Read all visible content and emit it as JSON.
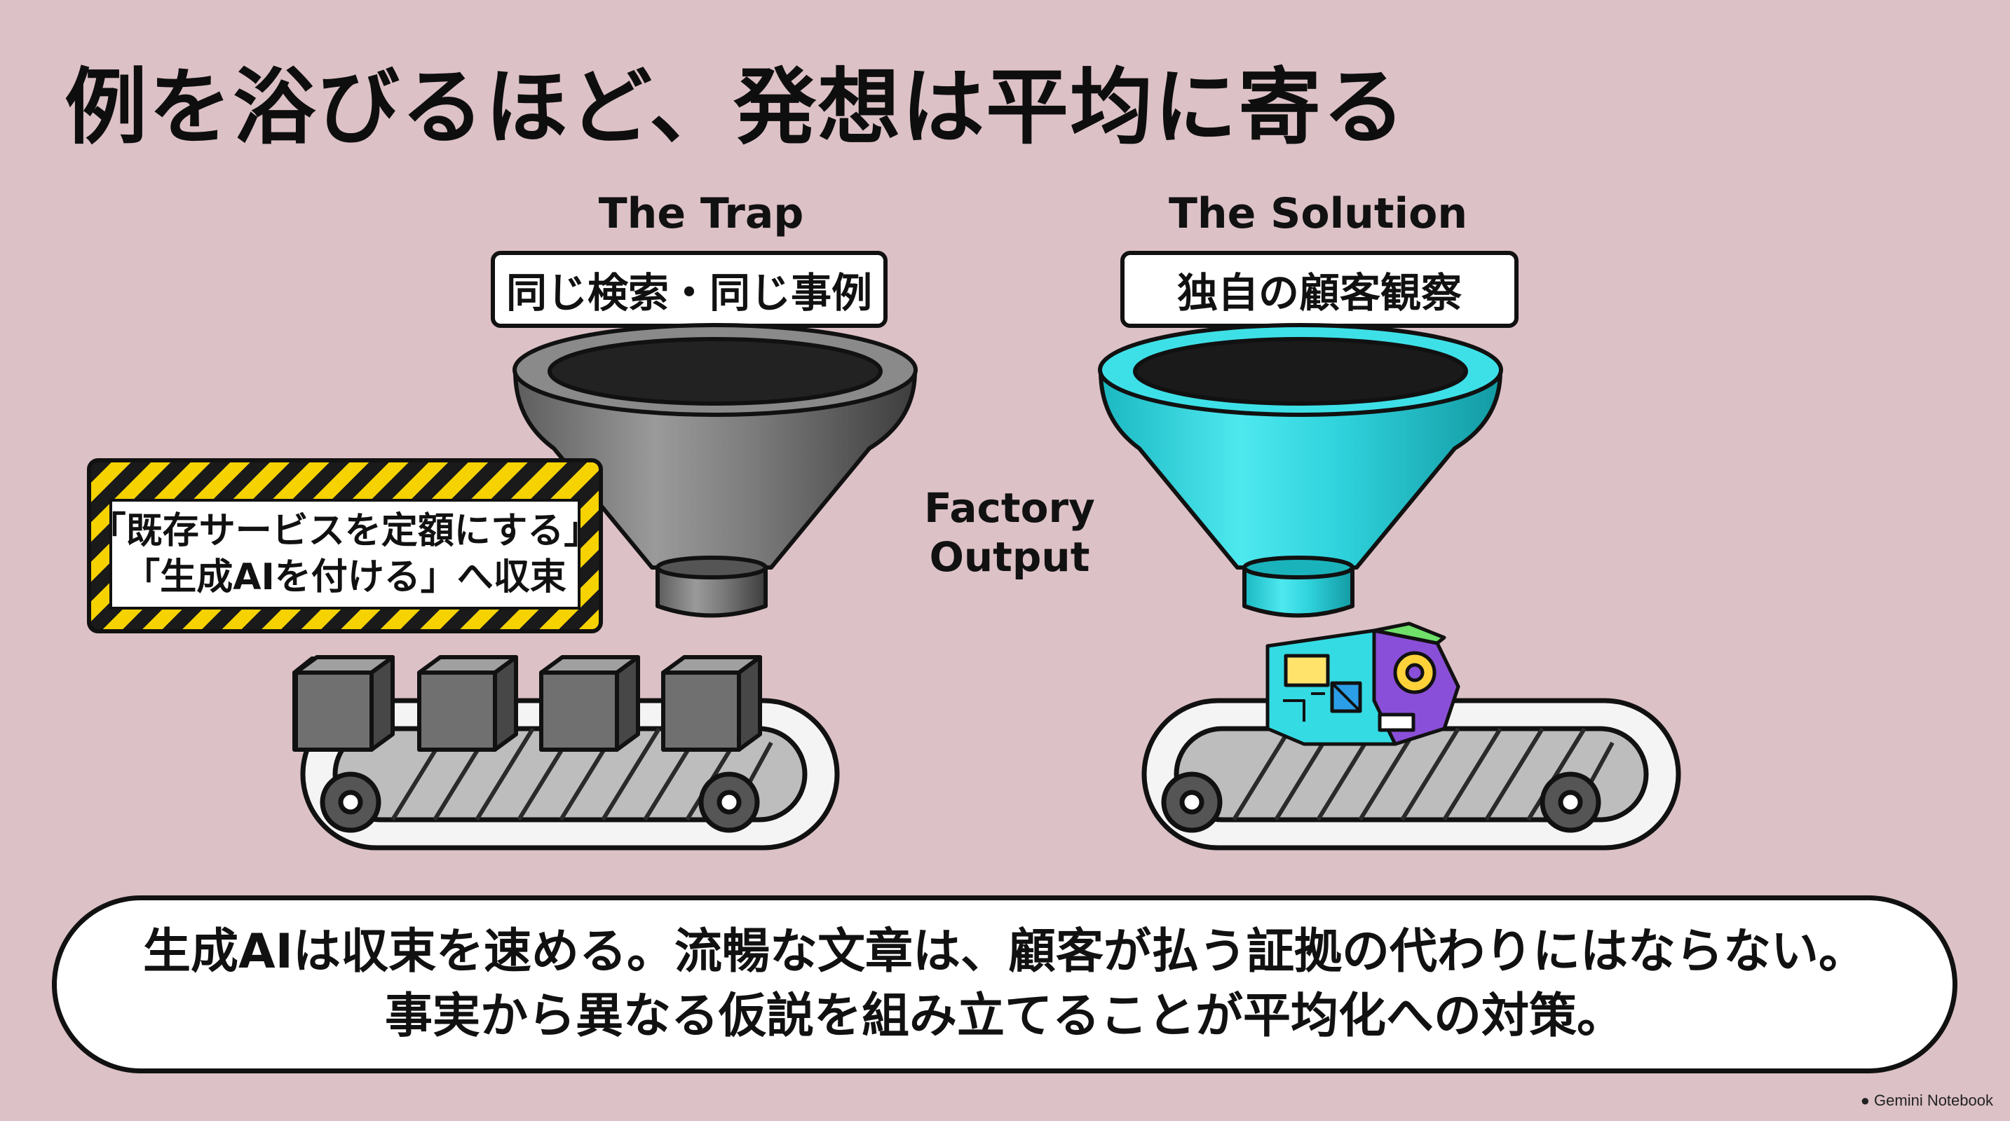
{
  "title": "例を浴びるほど、発想は平均に寄る",
  "trap": {
    "heading": "The Trap",
    "tag": "同じ検索・同じ事例",
    "warning_line1": "「既存サービスを定額にする」",
    "warning_line2": "「生成AIを付ける」へ収束"
  },
  "solution": {
    "heading": "The Solution",
    "tag": "独自の顧客観察"
  },
  "factory": {
    "line1": "Factory",
    "line2": "Output"
  },
  "conclusion": {
    "line1": "生成AIは収束を速める。流暢な文章は、顧客が払う証拠の代わりにはならない。",
    "line2": "事実から異なる仮説を組み立てることが平均化への対策。"
  },
  "credit": "Gemini Notebook",
  "colors": {
    "background": "#dcc1c6",
    "trap_funnel": "#7a7a7a",
    "solution_funnel": "#35dbe3",
    "hazard_yellow": "#f5d200"
  }
}
